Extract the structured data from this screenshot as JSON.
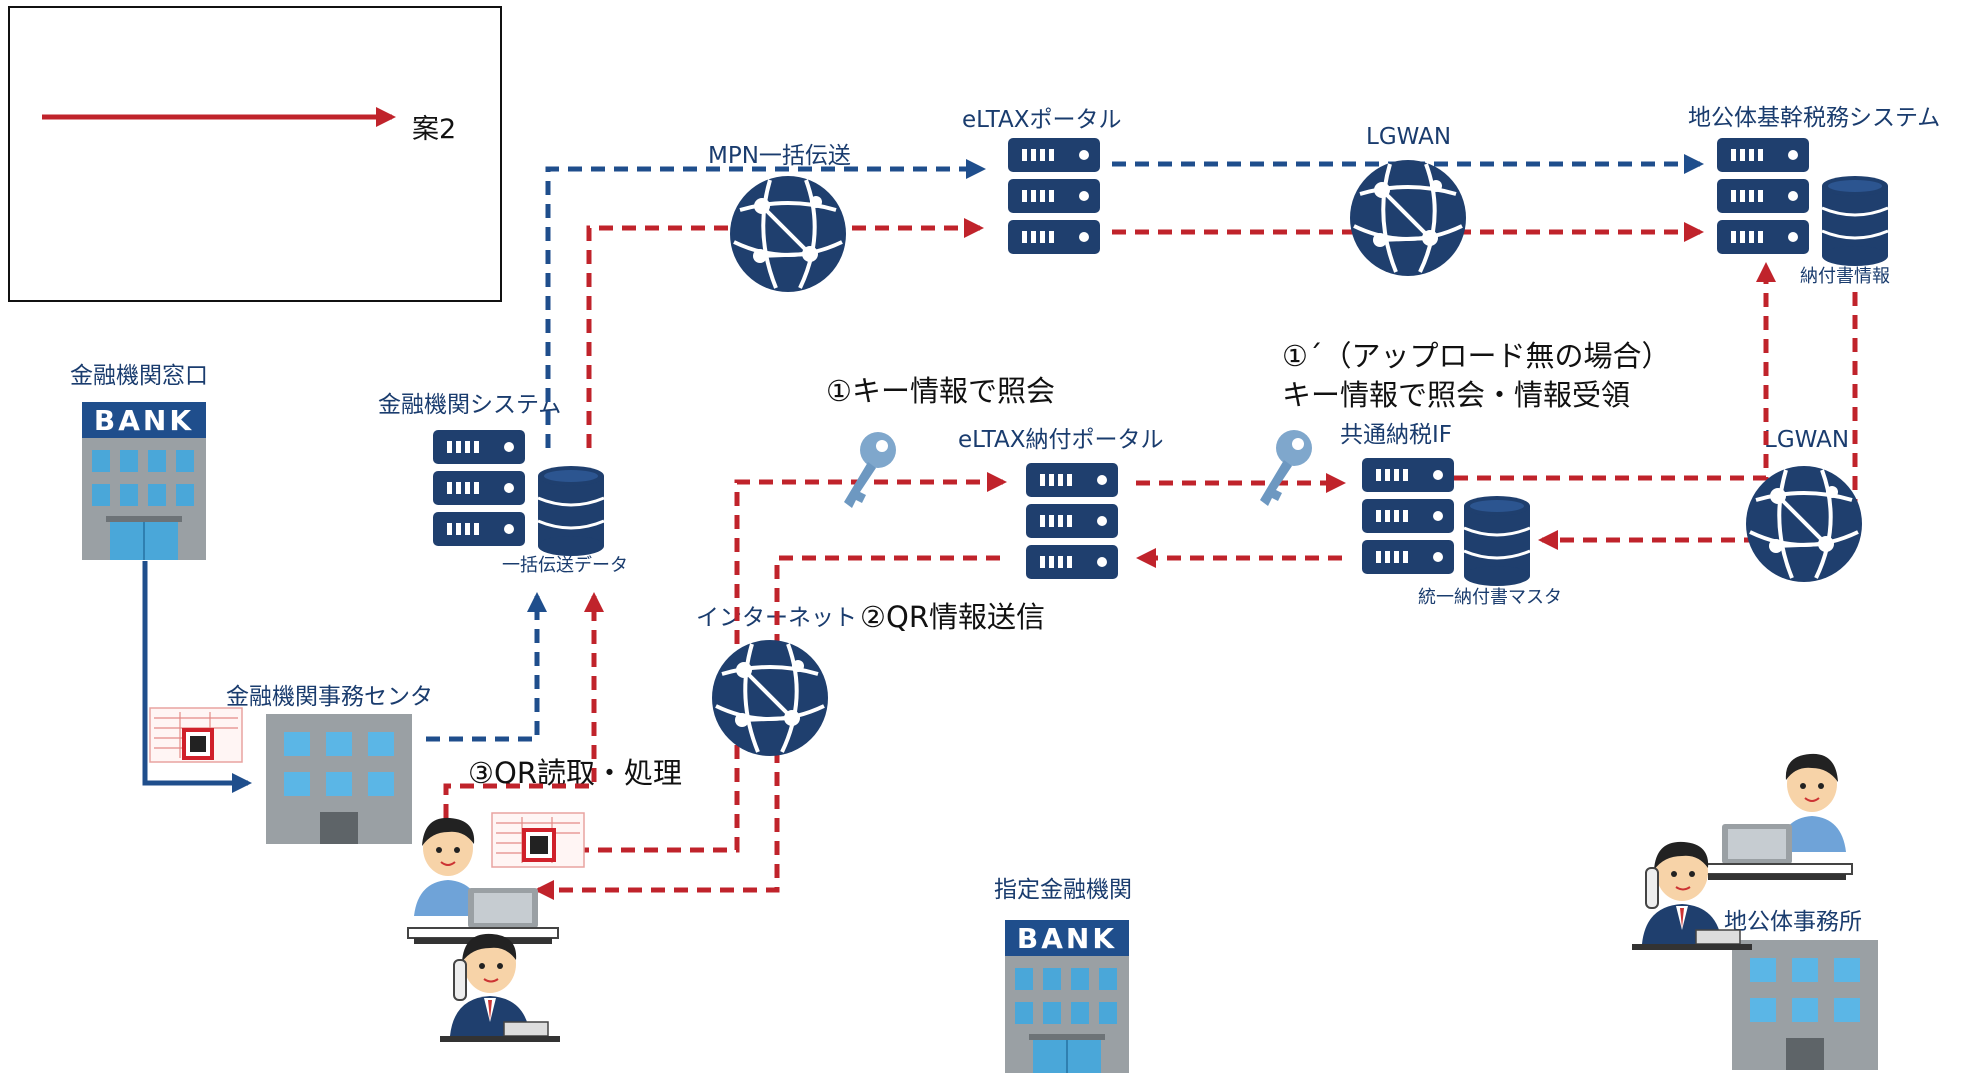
{
  "legend": {
    "label": "案2",
    "arrow_color": "#c0232b"
  },
  "colors": {
    "red": "#c0232b",
    "blue": "#1f4e8c",
    "navy": "#1a3c6e"
  },
  "nodes": {
    "bank_window": {
      "label": "金融機関窓口"
    },
    "bank_system": {
      "label": "金融機関システム",
      "db_label": "一括伝送データ"
    },
    "bank_center": {
      "label": "金融機関事務センタ"
    },
    "mpn": {
      "label": "MPN一括伝送"
    },
    "eltax_portal": {
      "label": "eLTAXポータル"
    },
    "lgwan_top": {
      "label": "LGWAN"
    },
    "local_tax_system": {
      "label": "地公体基幹税務システム",
      "db_label": "納付書情報"
    },
    "eltax_payment_portal": {
      "label": "eLTAX納付ポータル"
    },
    "common_tax_if": {
      "label": "共通納税IF",
      "db_label": "統一納付書マスタ"
    },
    "lgwan_right": {
      "label": "LGWAN"
    },
    "internet": {
      "label": "インターネット"
    },
    "designated_bank": {
      "label": "指定金融機関"
    },
    "local_office": {
      "label": "地公体事務所"
    }
  },
  "steps": {
    "step1": "①キー情報で照会",
    "step1b_line1": "①´（アップロード無の場合）",
    "step1b_line2": "キー情報で照会・情報受領",
    "step2": "②QR情報送信",
    "step3": "③QR読取・処理"
  },
  "icons": [
    "bank-building-icon",
    "server-icon",
    "database-icon",
    "globe-network-icon",
    "key-icon",
    "office-building-icon",
    "worker-with-laptop-icon",
    "worker-on-phone-icon",
    "payment-slip-icon"
  ]
}
